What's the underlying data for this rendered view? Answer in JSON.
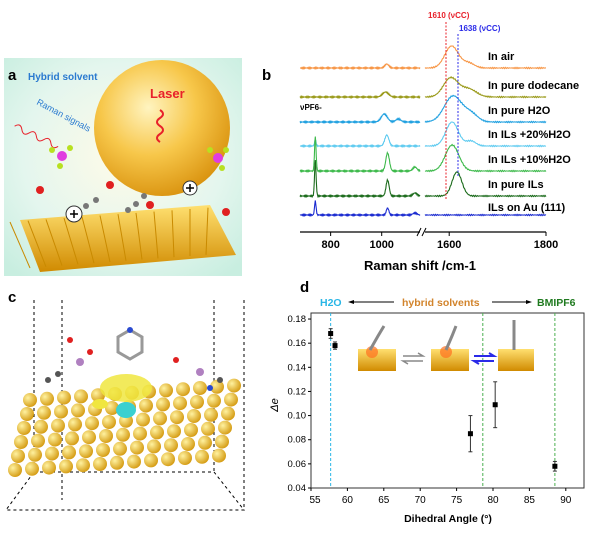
{
  "panels": {
    "a": {
      "label": "a",
      "hybrid_solvent": "Hybrid solvent",
      "raman_signals": "Raman signals",
      "laser": "Laser"
    },
    "b": {
      "label": "b"
    },
    "c": {
      "label": "c"
    },
    "d": {
      "label": "d",
      "h2o": "H2O",
      "hybrid": "hybrid solvents",
      "bmipf6": "BMIPF6"
    }
  },
  "colors": {
    "gold": "#f2b52a",
    "h2o": "#29b6e6",
    "hybrid": "#d2842c",
    "bmipf6": "#1f7a1f",
    "red_line": "#e8202a",
    "blue_line": "#2a2ae8"
  },
  "chart_data": [
    {
      "type": "line",
      "title": "",
      "xlabel": "Raman shift /cm-1",
      "xticks": [
        "800",
        "1000",
        "1600",
        "1800"
      ],
      "xrange_segments": [
        [
          680,
          1150
        ],
        [
          1550,
          1800
        ]
      ],
      "annotations": [
        {
          "text": "1610 (νCC)",
          "x": 1610,
          "color": "#e8202a"
        },
        {
          "text": "1638 (νCC)",
          "x": 1638,
          "color": "#2a2ae8"
        },
        {
          "text": "νPF6-",
          "x": 740
        }
      ],
      "series": [
        {
          "name": "In air",
          "color": "#f79646",
          "peaks": [
            [
              1020,
              0.4,
              8
            ],
            [
              1605,
              2.2,
              14
            ],
            [
              1640,
              0.5,
              12
            ]
          ]
        },
        {
          "name": "In pure dodecane",
          "color": "#9a9a1a",
          "peaks": [
            [
              1015,
              0.5,
              12
            ],
            [
              1603,
              1.9,
              15
            ],
            [
              1640,
              0.8,
              16
            ]
          ]
        },
        {
          "name": "In pure H2O",
          "color": "#1fa0e0",
          "peaks": [
            [
              1010,
              0.8,
              12
            ],
            [
              1065,
              0.3,
              10
            ],
            [
              1608,
              2.6,
              18
            ],
            [
              1645,
              0.8,
              14
            ]
          ]
        },
        {
          "name": "In ILs +20%H2O",
          "color": "#5fcbf0",
          "peaks": [
            [
              1020,
              1.1,
              8
            ],
            [
              1606,
              2.4,
              13
            ],
            [
              1645,
              0.5,
              10
            ],
            [
              740,
              0.6,
              3
            ]
          ]
        },
        {
          "name": "In ILs +10%H2O",
          "color": "#3cb94a",
          "peaks": [
            [
              740,
              3.5,
              3
            ],
            [
              1023,
              1.8,
              7
            ],
            [
              1130,
              0.4,
              8
            ],
            [
              1606,
              2.6,
              14
            ]
          ]
        },
        {
          "name": "In pure ILs",
          "color": "#1a6a1a",
          "peaks": [
            [
              740,
              3.6,
              3
            ],
            [
              1023,
              1.6,
              6
            ],
            [
              1130,
              0.3,
              8
            ],
            [
              1616,
              2.4,
              10
            ]
          ]
        },
        {
          "name": "ILs on Au (111)",
          "color": "#1a2ad0",
          "peaks": [
            [
              740,
              1.4,
              3
            ],
            [
              1023,
              0.7,
              5
            ],
            [
              1130,
              0.2,
              8
            ]
          ]
        }
      ]
    },
    {
      "type": "scatter",
      "xlabel": "Dihedral Angle (°)",
      "ylabel": "Δe",
      "xlim": [
        55,
        92.5
      ],
      "ylim": [
        0.04,
        0.185
      ],
      "xticks": [
        55,
        60,
        65,
        70,
        75,
        80,
        85,
        90
      ],
      "yticks": [
        0.04,
        0.06,
        0.08,
        0.1,
        0.12,
        0.14,
        0.16,
        0.18
      ],
      "ytick_labels": [
        "0.04",
        "0.06",
        "0.08",
        "0.10",
        "0.12",
        "0.14",
        "0.16",
        "0.18"
      ],
      "vlines": [
        {
          "x": 57.7,
          "color": "#29b6e6"
        },
        {
          "x": 78.6,
          "color": "#4caf50"
        },
        {
          "x": 88.5,
          "color": "#4caf50"
        }
      ],
      "points": [
        {
          "x": 57.7,
          "y": 0.168,
          "err": 0.004
        },
        {
          "x": 58.3,
          "y": 0.158,
          "err": 0.003
        },
        {
          "x": 76.9,
          "y": 0.085,
          "err": 0.015
        },
        {
          "x": 80.3,
          "y": 0.109,
          "err": 0.019
        },
        {
          "x": 88.5,
          "y": 0.058,
          "err": 0.004
        }
      ]
    }
  ]
}
